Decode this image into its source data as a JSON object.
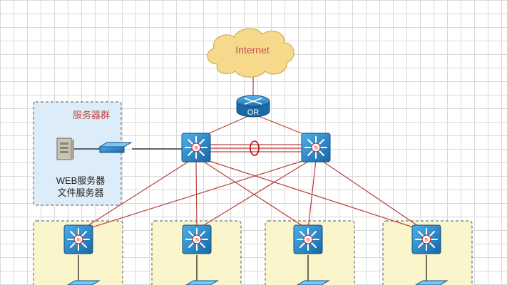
{
  "internet": {
    "label": "Internet"
  },
  "router": {
    "label": "OR"
  },
  "server_group": {
    "title": "服务器群",
    "line1": "WEB服务器",
    "line2": "文件服务器"
  },
  "colors": {
    "link": "#b8403f",
    "switch_blue": "#1f7fc0",
    "cloud": "#f7d98b",
    "server_group_bg": "#dcecf8",
    "access_group_bg": "#fbf5cc",
    "title_red": "#c0504d"
  },
  "icons": {
    "core_switch": "multilayer-switch-icon",
    "router": "router-icon",
    "server": "server-icon",
    "workgroup_switch": "workgroup-switch-icon",
    "cloud": "cloud-icon"
  }
}
